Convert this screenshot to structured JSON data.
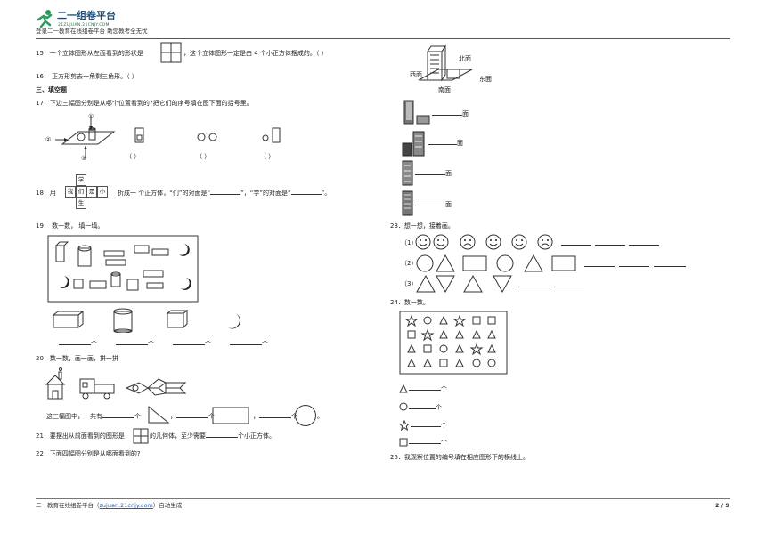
{
  "header": {
    "logo_title": "二一组卷平台",
    "logo_sub": "21ZUJUAN.21CNJY.COM",
    "tagline": "登录二一教育在线组卷平台   助您教考全无忧"
  },
  "questions": {
    "q15": "15．一个立体图形从左面看到的形状是",
    "q15_tail": "，这个立体图形一定是由 4 个小正方体摆成的。（      ）",
    "q16": "16．  正方形剪去一角剩三角形。（      ）",
    "section3": "三、填空题",
    "q17": "17．下边三幅图分别是从哪个位置看到的?把它们的序号填在图下面的括号里。",
    "q17_marks": [
      "①",
      "②",
      "③"
    ],
    "q17_parens": [
      "（      ）",
      "（      ）",
      "（      ）"
    ],
    "q18_pre": "18．用",
    "q18_chars": [
      "学",
      "我",
      "们",
      "是",
      "小",
      "生"
    ],
    "q18_mid": "折成一 个正方体，“们”的对面是“",
    "q18_mid2": "”，“学”的对面是“",
    "q18_end": "”。",
    "q19": "19．    数一数，   填一填。",
    "q19_unit": "个",
    "q20": "20．数一数，画一画，拼一拼",
    "q20_line_pre": "这三幅图中，一共有",
    "q20_unit": "个",
    "q20_sep": "，",
    "q20_end": "。",
    "q21_pre": "21．要摆出从前面看到的图形是",
    "q21_mid": "的几何体，至少需要",
    "q21_end": "个小正方体。",
    "q22": "22．下面四幅图分别是从哪面看到的?",
    "q22_dirs": [
      "北面",
      "西面",
      "东面",
      "南面"
    ],
    "q22_suffix": "面",
    "q23": "23．想一想，接着画。",
    "q23_rows": [
      "（1）",
      "（2）",
      "（3）"
    ],
    "q24": "24．数一数。",
    "q24_unit": "个",
    "q25": "25．我观察位置的编号填在相应图形下的横线上。"
  },
  "footer": {
    "prefix": "二一教育在线组卷平台（",
    "link": "zujuan.21cnjy.com",
    "suffix": "）自动生成",
    "page": "2 / 9"
  },
  "colors": {
    "logo": "#1f4f7a",
    "logo_green": "#2b9a5a",
    "link": "#1a5fb4",
    "text": "#222222"
  }
}
